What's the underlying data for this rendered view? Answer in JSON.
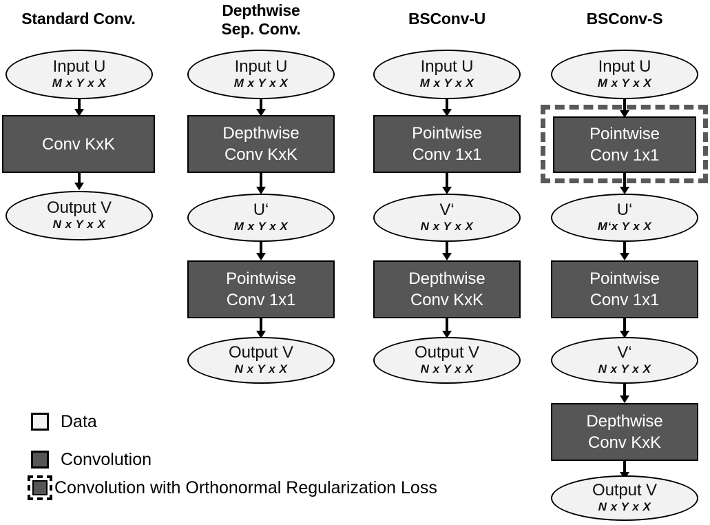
{
  "figure": {
    "columns": [
      {
        "id": "standard-conv",
        "title": "Standard Conv.",
        "nodes": [
          {
            "kind": "data",
            "label": "Input U",
            "dims": "M x Y x X"
          },
          {
            "kind": "conv",
            "label": "Conv KxK",
            "dims": ""
          },
          {
            "kind": "data",
            "label": "Output V",
            "dims": "N x Y x X"
          }
        ]
      },
      {
        "id": "depthwise-separable-conv",
        "title": "Depthwise\nSep. Conv.",
        "nodes": [
          {
            "kind": "data",
            "label": "Input U",
            "dims": "M x Y x X"
          },
          {
            "kind": "conv",
            "label": "Depthwise\nConv KxK",
            "dims": ""
          },
          {
            "kind": "data",
            "label": "U‘",
            "dims": "M x Y x X"
          },
          {
            "kind": "conv",
            "label": "Pointwise\nConv 1x1",
            "dims": ""
          },
          {
            "kind": "data",
            "label": "Output V",
            "dims": "N x Y x X"
          }
        ]
      },
      {
        "id": "bsconv-u",
        "title": "BSConv-U",
        "nodes": [
          {
            "kind": "data",
            "label": "Input U",
            "dims": "M x Y x X"
          },
          {
            "kind": "conv",
            "label": "Pointwise\nConv 1x1",
            "dims": ""
          },
          {
            "kind": "data",
            "label": "V‘",
            "dims": "N x Y x X"
          },
          {
            "kind": "conv",
            "label": "Depthwise\nConv KxK",
            "dims": ""
          },
          {
            "kind": "data",
            "label": "Output V",
            "dims": "N x Y x X"
          }
        ]
      },
      {
        "id": "bsconv-s",
        "title": "BSConv-S",
        "nodes": [
          {
            "kind": "data",
            "label": "Input U",
            "dims": "M x Y x X"
          },
          {
            "kind": "conv-ortho",
            "label": "Pointwise\nConv 1x1",
            "dims": ""
          },
          {
            "kind": "data",
            "label": "U‘",
            "dims": "M‘x Y x X"
          },
          {
            "kind": "conv",
            "label": "Pointwise\nConv 1x1",
            "dims": ""
          },
          {
            "kind": "data",
            "label": "V‘",
            "dims": "N x Y x X"
          },
          {
            "kind": "conv",
            "label": "Depthwise\nConv KxK",
            "dims": ""
          },
          {
            "kind": "data",
            "label": "Output V",
            "dims": "N x Y x X"
          }
        ]
      }
    ]
  },
  "legend": {
    "items": [
      {
        "id": "data",
        "label": "Data"
      },
      {
        "id": "convolution",
        "label": "Convolution"
      },
      {
        "id": "convolution-ortho",
        "label": "Convolution with Orthonormal Regularization Loss"
      }
    ]
  },
  "colors": {
    "data_fill": "#f2f2f2",
    "conv_fill": "#565656",
    "outline": "#000000",
    "dashed_outline": "#595959",
    "background": "#ffffff"
  }
}
